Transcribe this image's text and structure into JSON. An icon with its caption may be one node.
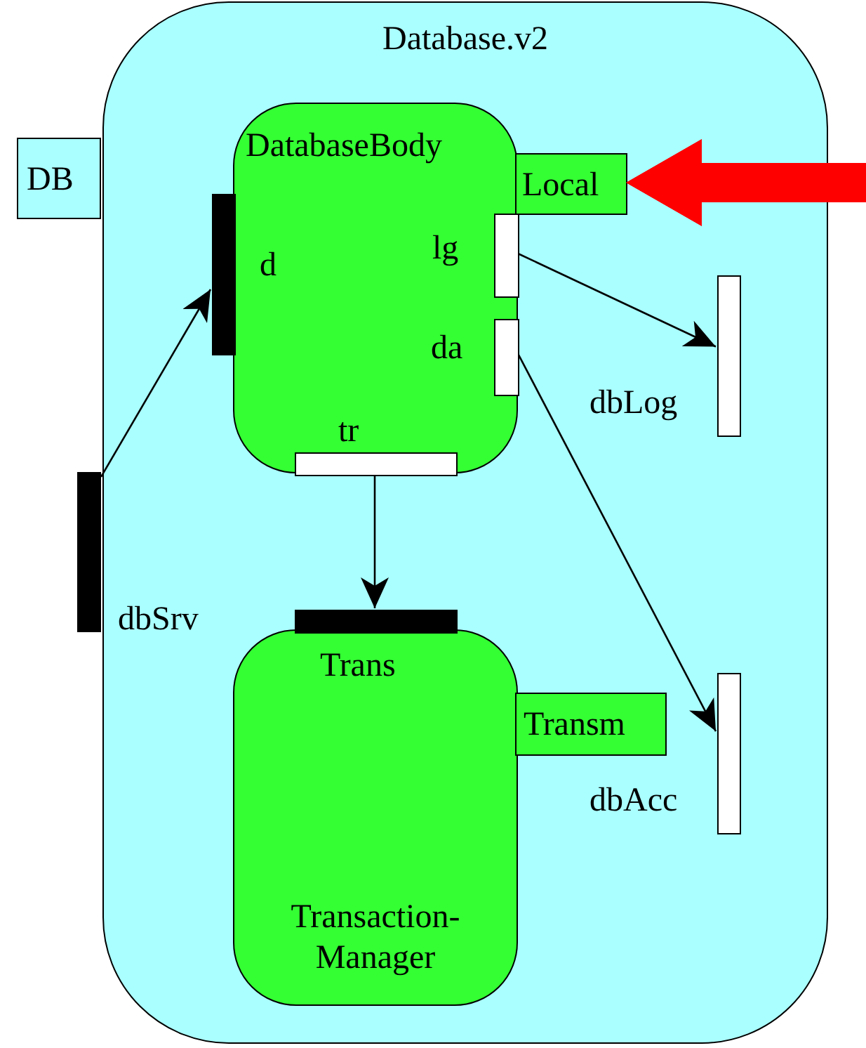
{
  "diagram": {
    "nodes": [
      {
        "text": [
          "Database.v2"
        ]
      },
      {
        "text": [
          "DB"
        ]
      },
      {
        "text": [
          "DatabaseBody"
        ],
        "in": 0
      },
      {
        "text": [
          "Local"
        ],
        "in": 0
      },
      {
        "text": [],
        "shape": "bar",
        "beside": [
          "d"
        ],
        "in": 0
      },
      {
        "text": [],
        "shape": "bar",
        "beside": [
          "lg"
        ],
        "in": 2
      },
      {
        "text": [],
        "shape": "bar",
        "beside": [
          "da"
        ],
        "in": 2
      },
      {
        "text": [],
        "shape": "bar",
        "beside": [
          "tr"
        ],
        "in": 0
      },
      {
        "text": [],
        "shape": "bar",
        "beside": [
          "dbLog"
        ],
        "in": 0
      },
      {
        "text": [],
        "shape": "bar",
        "beside": [
          "dbSrv"
        ]
      },
      {
        "text": [],
        "shape": "bar",
        "beside": [
          "Trans"
        ],
        "in": 0
      },
      {
        "text": [
          "Transaction- Manager"
        ],
        "in": 0
      },
      {
        "text": [
          "Transm"
        ],
        "in": 0
      },
      {
        "text": [],
        "shape": "bar",
        "beside": [
          "dbAcc"
        ],
        "in": 0
      }
    ],
    "edges": [
      {
        "from": null,
        "to": 3,
        "arrow": "to",
        "style": "thick",
        "color": "#ff0000"
      },
      {
        "from": 9,
        "to": 4,
        "arrow": "to"
      },
      {
        "from": 5,
        "to": 8,
        "arrow": "to"
      },
      {
        "from": 6,
        "to": 13,
        "arrow": "to"
      },
      {
        "from": 7,
        "to": 10,
        "arrow": "to"
      }
    ]
  }
}
